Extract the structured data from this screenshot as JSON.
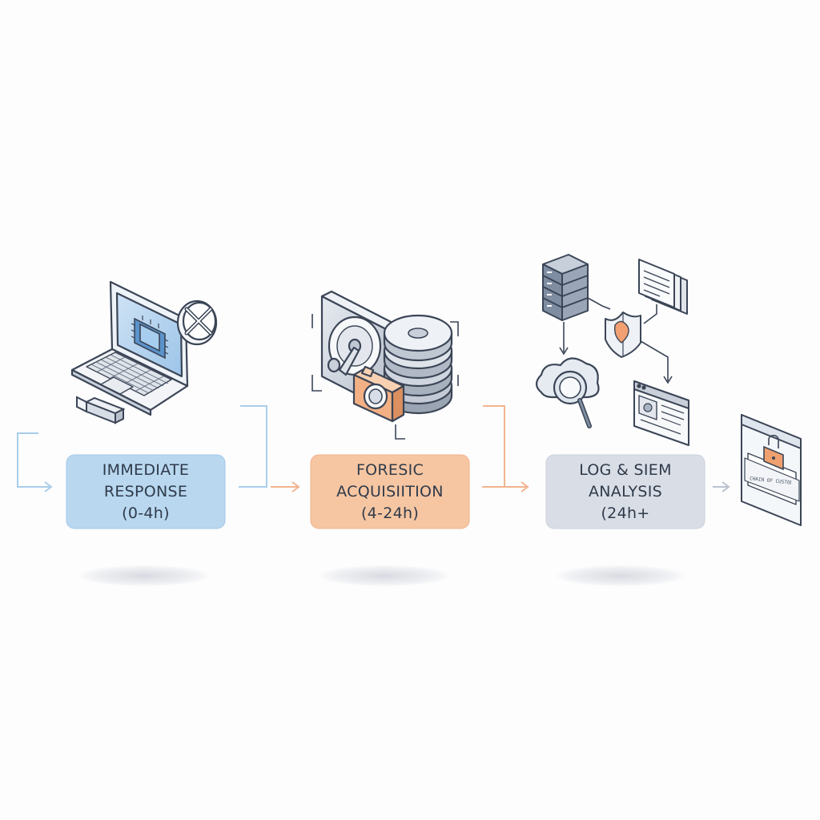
{
  "phases": [
    {
      "line1": "IMMEDIATE",
      "line2": "RESPONSE",
      "line3": "(0-4h)",
      "fill": "#b9d8f0",
      "border": "#a4c8e6",
      "accent": "#6ea7d8"
    },
    {
      "line1": "FORESIC",
      "line2": "ACQUISIITION",
      "line3": "(4-24h)",
      "fill": "#f6c6a2",
      "border": "#f0b48c",
      "accent": "#eea77c"
    },
    {
      "line1": "LOG & SIEM",
      "line2": "ANALYSIS",
      "line3": "(24h+",
      "fill": "#d9dee6",
      "border": "#c9d0da",
      "accent": "#a9b2bf"
    }
  ],
  "evidence_bag": {
    "label": "CHAIN OF CUSTODY"
  },
  "icons": [
    "laptop-icon",
    "cpu-chip-icon",
    "no-entry-icon",
    "usb-drive-icon",
    "hard-drive-icon",
    "disk-stack-icon",
    "camera-icon",
    "server-rack-icon",
    "document-stack-icon",
    "shield-icon",
    "cloud-search-icon",
    "browser-window-icon",
    "evidence-bag-icon",
    "padlock-icon"
  ],
  "colors": {
    "stroke": "#3b4556",
    "blue": "#6ea7d8",
    "orange": "#eea77c",
    "gray": "#a9b2bf"
  }
}
